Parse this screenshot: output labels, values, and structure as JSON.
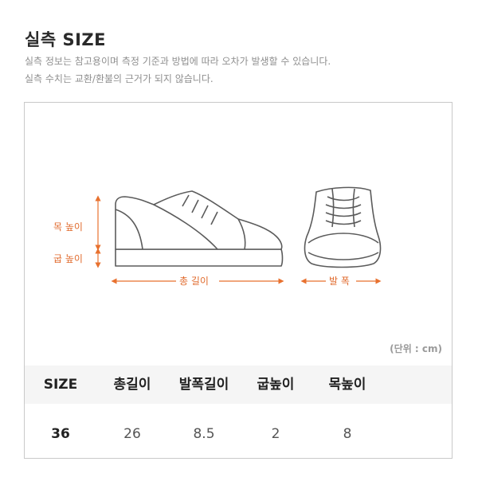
{
  "header": {
    "title": "실측 SIZE",
    "note_line1": "실측 정보는 참고용이며 측정 기준과 방법에 따라 오차가 발생할 수 있습니다.",
    "note_line2": "실측 수치는 교환/환불의 근거가 되지 않습니다."
  },
  "diagram": {
    "labels": {
      "collar_height": "목 높이",
      "heel_height": "굽 높이",
      "total_length": "총 길이",
      "foot_width": "발 폭"
    },
    "accent_color": "#e8712f",
    "line_color": "#5b5b5b",
    "icons": [
      "sneaker-side-icon",
      "sneaker-front-icon"
    ]
  },
  "unit_note": "(단위 : cm)",
  "table": {
    "headers": [
      "SIZE",
      "총길이",
      "발폭길이",
      "굽높이",
      "목높이"
    ],
    "rows": [
      [
        "36",
        "26",
        "8.5",
        "2",
        "8"
      ]
    ]
  }
}
